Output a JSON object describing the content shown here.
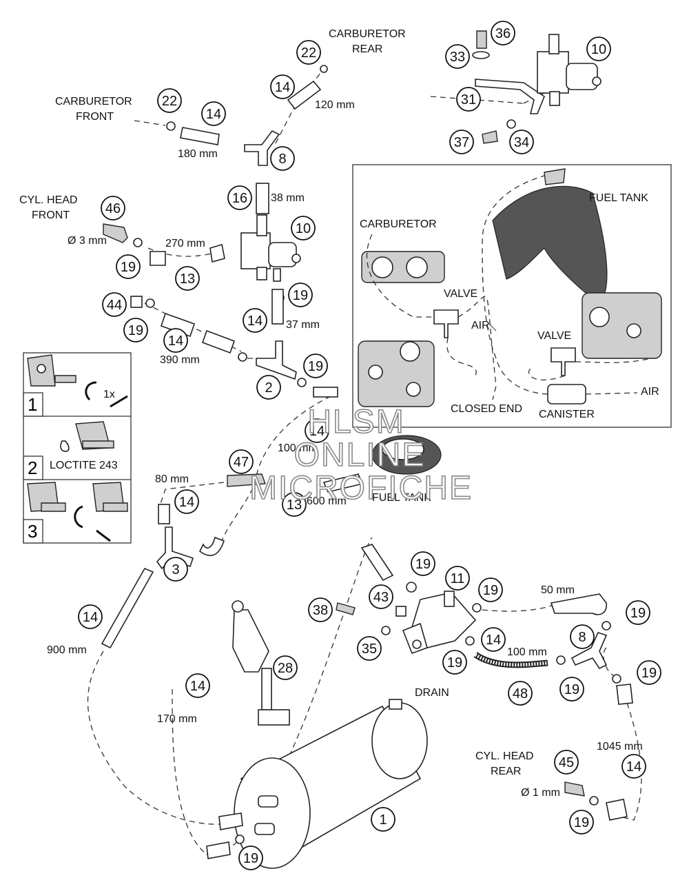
{
  "diagram": {
    "labels": {
      "carb_rear": [
        "CARBURETOR",
        "REAR"
      ],
      "carb_front": [
        "CARBURETOR",
        "FRONT"
      ],
      "cyl_head_front": [
        "CYL. HEAD",
        "FRONT"
      ],
      "cyl_head_rear": [
        "CYL. HEAD",
        "REAR"
      ],
      "fuel_tank_inset": "FUEL TANK",
      "carburetor_inset": "CARBURETOR",
      "valve_1": "VALVE",
      "valve_2": "VALVE",
      "air_1": "AIR",
      "air_2": "AIR",
      "closed_end": "CLOSED END",
      "canister": "CANISTER",
      "fuel_tank": "FUEL TANK",
      "drain": "DRAIN",
      "loctite": "LOCTITE 243",
      "rotate_1x": "1x"
    },
    "measurements": {
      "m120": "120 mm",
      "m180": "180 mm",
      "m38": "38 mm",
      "m270": "270 mm",
      "d3": "Ø 3 mm",
      "m37": "37 mm",
      "m390": "390 mm",
      "m100a": "100 mm",
      "m80": "80 mm",
      "m600": "600 mm",
      "m900": "900 mm",
      "m170": "170 mm",
      "m50": "50 mm",
      "m100b": "100 mm",
      "m1045": "1045 mm",
      "d1": "Ø 1 mm"
    },
    "steps": [
      "1",
      "2",
      "3"
    ],
    "callouts": [
      "22",
      "14",
      "22",
      "14",
      "8",
      "16",
      "36",
      "33",
      "10",
      "31",
      "37",
      "34",
      "46",
      "10",
      "19",
      "13",
      "44",
      "19",
      "14",
      "14",
      "19",
      "2",
      "19",
      "14",
      "47",
      "14",
      "13",
      "3",
      "14",
      "19",
      "11",
      "19",
      "43",
      "38",
      "35",
      "14",
      "19",
      "8",
      "19",
      "48",
      "19",
      "19",
      "28",
      "14",
      "1",
      "45",
      "14",
      "19",
      "19"
    ]
  },
  "watermark": [
    "HLSM",
    "ONLINE",
    "MICROFICHE"
  ]
}
